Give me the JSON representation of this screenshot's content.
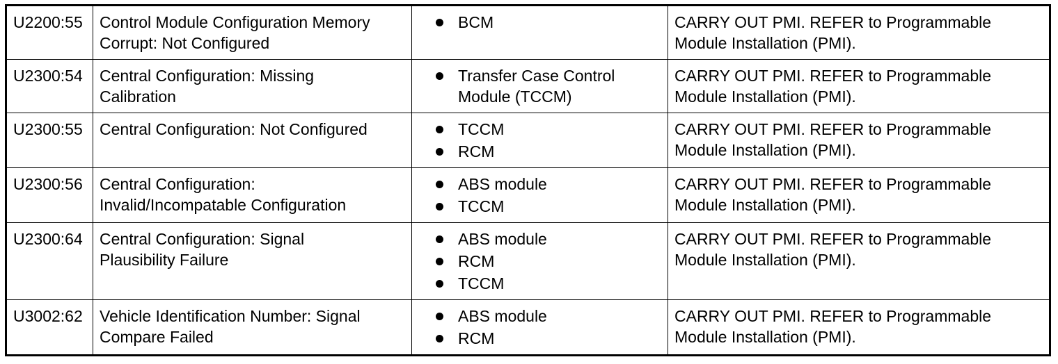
{
  "rows": [
    {
      "code": "U2200:55",
      "description": "Control Module Configuration Memory Corrupt: Not Configured",
      "modules": [
        "BCM"
      ],
      "action": "CARRY OUT PMI. REFER to Programmable Module Installation (PMI)."
    },
    {
      "code": "U2300:54",
      "description": "Central Configuration: Missing Calibration",
      "modules": [
        "Transfer Case Control Module (TCCM)"
      ],
      "action": "CARRY OUT PMI. REFER to Programmable Module Installation (PMI)."
    },
    {
      "code": "U2300:55",
      "description": "Central Configuration: Not Configured",
      "modules": [
        "TCCM",
        "RCM"
      ],
      "action": "CARRY OUT PMI. REFER to Programmable Module Installation (PMI)."
    },
    {
      "code": "U2300:56",
      "description": "Central Configuration: Invalid/Incompatable Configuration",
      "modules": [
        "ABS module",
        "TCCM"
      ],
      "action": "CARRY OUT PMI. REFER to Programmable Module Installation (PMI)."
    },
    {
      "code": "U2300:64",
      "description": "Central Configuration: Signal Plausibility Failure",
      "modules": [
        "ABS module",
        "RCM",
        "TCCM"
      ],
      "action": "CARRY OUT PMI. REFER to Programmable Module Installation (PMI)."
    },
    {
      "code": "U3002:62",
      "description": "Vehicle Identification Number: Signal Compare Failed",
      "modules": [
        "ABS module",
        "RCM"
      ],
      "action": "CARRY OUT PMI. REFER to Programmable Module Installation (PMI)."
    }
  ]
}
